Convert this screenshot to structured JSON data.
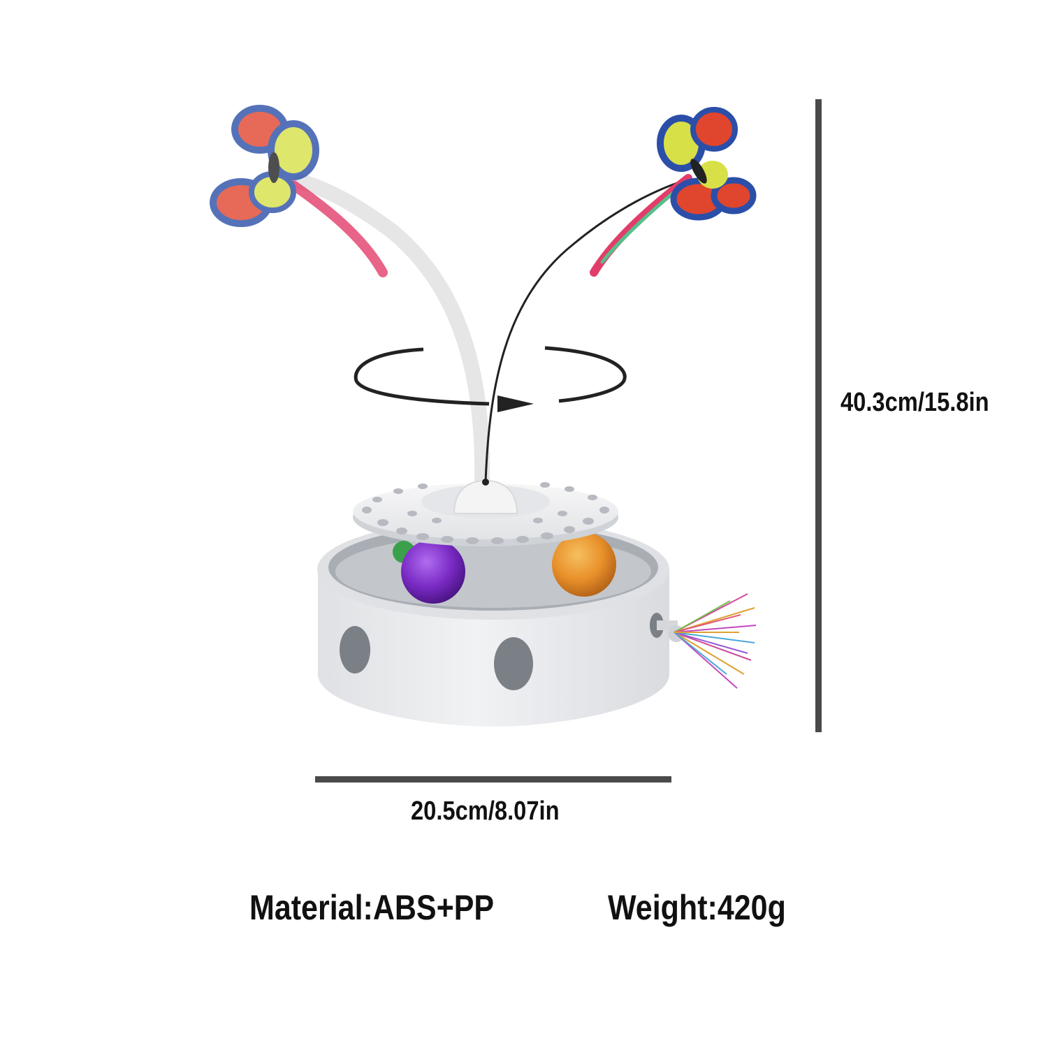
{
  "dimensions": {
    "height": "40.3cm/15.8in",
    "width": "20.5cm/8.07in"
  },
  "specs": {
    "material": "Material:ABS+PP",
    "weight": "Weight:420g"
  },
  "colors": {
    "dimension_line": "#4a4a4a",
    "toy_body": "#e9eaec",
    "ball_purple": "#7a2bc4",
    "ball_orange": "#e8902a",
    "butterfly_red": "#e0452e",
    "butterfly_blue": "#2b4fa8",
    "butterfly_yellow": "#d8e048"
  },
  "icons": [
    "butterfly-icon",
    "rotation-arrow-icon",
    "cat-toy-base-illustration",
    "tassel-icon"
  ]
}
